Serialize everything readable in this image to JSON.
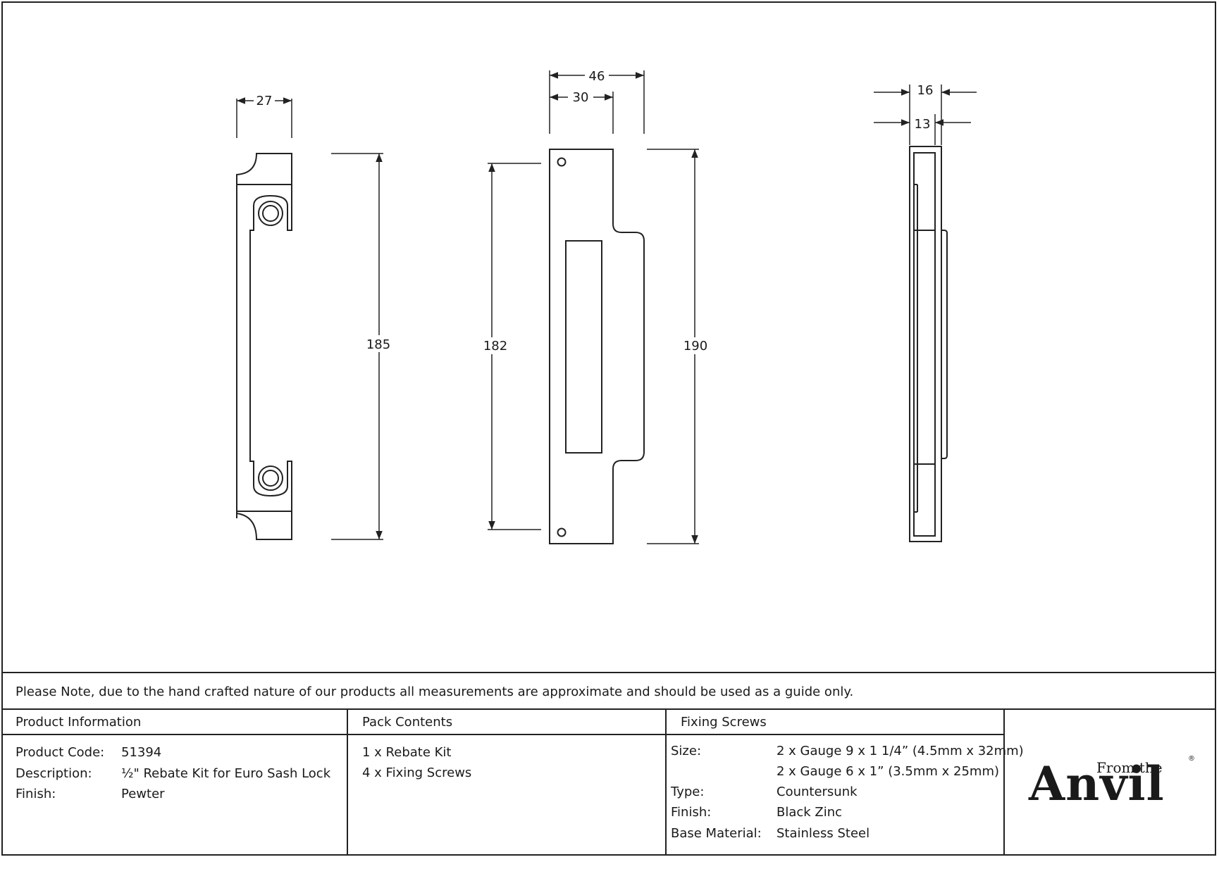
{
  "dimensions": {
    "left_width": "27",
    "left_height": "185",
    "mid_outer_width": "46",
    "mid_plate_width": "30",
    "mid_hole_span": "182",
    "mid_height": "190",
    "side_outer": "16",
    "side_inner": "13"
  },
  "note": "Please Note, due to the hand crafted nature of our products all measurements are approximate and should be used as a guide only.",
  "product_info": {
    "heading": "Product Information",
    "rows": [
      {
        "label": "Product Code:",
        "value": "51394"
      },
      {
        "label": "Description:",
        "value": "½\" Rebate Kit for Euro Sash Lock"
      },
      {
        "label": "Finish:",
        "value": "Pewter"
      }
    ]
  },
  "pack_contents": {
    "heading": "Pack Contents",
    "items": [
      "1 x Rebate Kit",
      "4 x Fixing Screws"
    ]
  },
  "fixing_screws": {
    "heading": "Fixing Screws",
    "rows": [
      {
        "label": "Size:",
        "value": "2 x Gauge 9 x 1 1/4” (4.5mm x 32mm)"
      },
      {
        "label": "",
        "value": "2 x Gauge 6 x 1” (3.5mm x 25mm)"
      },
      {
        "label": "Type:",
        "value": "Countersunk"
      },
      {
        "label": "Finish:",
        "value": "Black Zinc"
      },
      {
        "label": "Base Material:",
        "value": "Stainless Steel"
      }
    ]
  },
  "logo": {
    "main": "Anvil",
    "sub": "From the",
    "reg": "®"
  }
}
